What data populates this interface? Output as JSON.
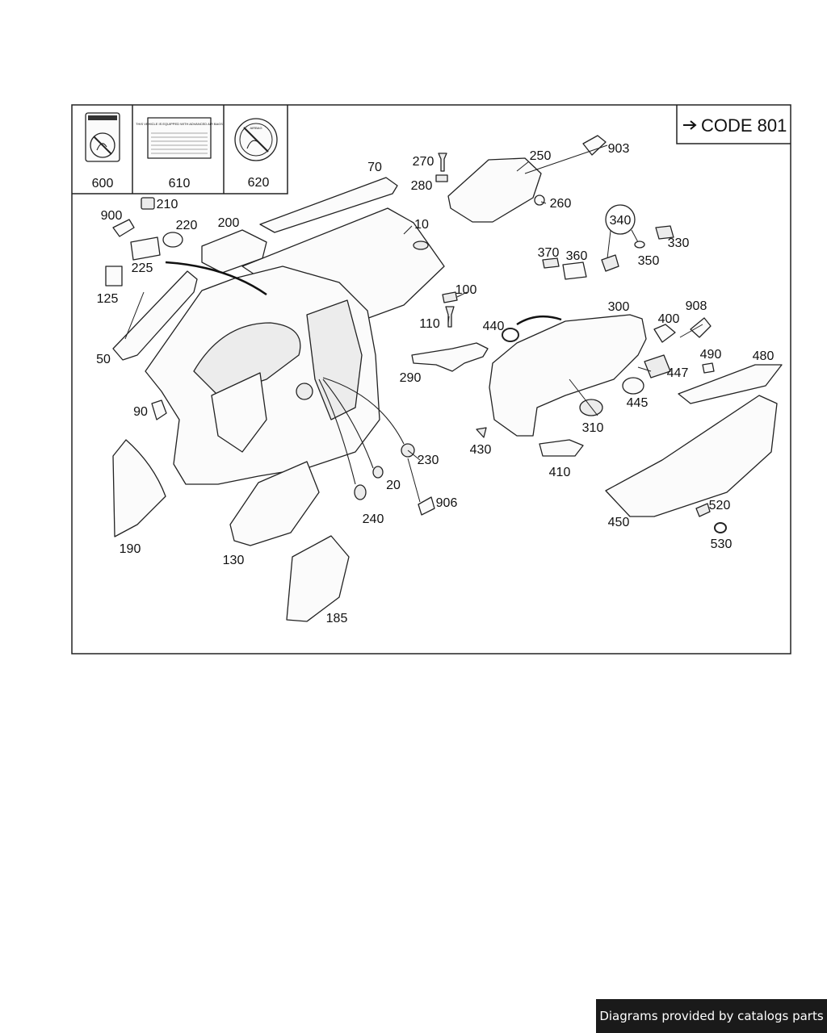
{
  "diagram": {
    "code_note": "CODE 801",
    "label_texts": [
      {
        "part": "600",
        "text": "",
        "lines": []
      },
      {
        "part": "610",
        "text": "THIS VEHICLE IS EQUIPPED WITH ADVANCED AIR BAGS"
      },
      {
        "part": "620",
        "text": "AIRBAG"
      }
    ],
    "labels": {
      "p600": "600",
      "p610": "610",
      "p620": "620",
      "p70": "70",
      "p270": "270",
      "p280": "280",
      "p250": "250",
      "p903": "903",
      "p260": "260",
      "p10": "10",
      "p210": "210",
      "p900": "900",
      "p220": "220",
      "p200": "200",
      "p225": "225",
      "p125": "125",
      "p340": "340",
      "p330": "330",
      "p350": "350",
      "p370": "370",
      "p360": "360",
      "p100": "100",
      "p110": "110",
      "p300": "300",
      "p440": "440",
      "p400": "400",
      "p908": "908",
      "p50": "50",
      "p290": "290",
      "p490": "490",
      "p480": "480",
      "p447": "447",
      "p445": "445",
      "p90": "90",
      "p310": "310",
      "p430": "430",
      "p230": "230",
      "p410": "410",
      "p20": "20",
      "p906": "906",
      "p520": "520",
      "p240": "240",
      "p450": "450",
      "p530": "530",
      "p190": "190",
      "p130": "130",
      "p185": "185"
    }
  },
  "footer": {
    "text": "Diagrams provided by catalogs parts"
  }
}
